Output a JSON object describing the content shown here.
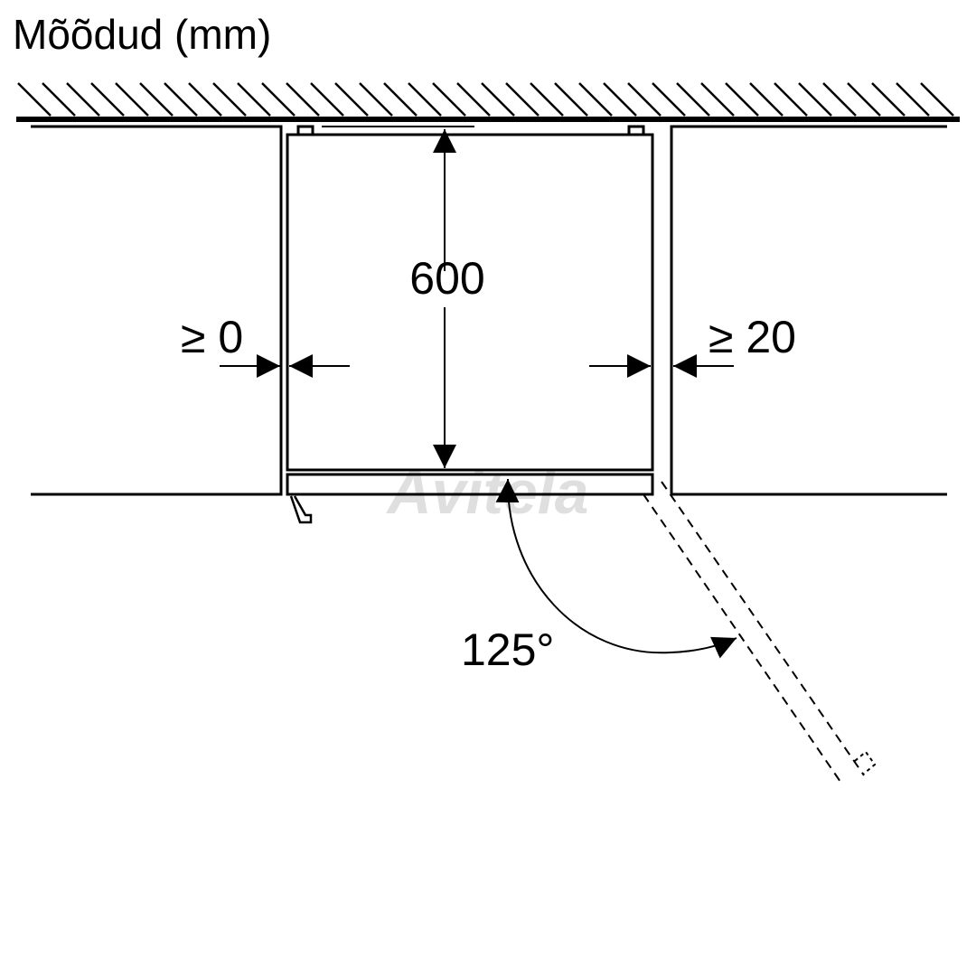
{
  "title": "Mõõdud (mm)",
  "dimensions": {
    "depth": "600",
    "left_gap": "≥ 0",
    "right_gap": "≥ 20",
    "door_angle": "125°"
  },
  "watermark": "Avitela",
  "colors": {
    "line": "#000000",
    "background": "#ffffff"
  }
}
